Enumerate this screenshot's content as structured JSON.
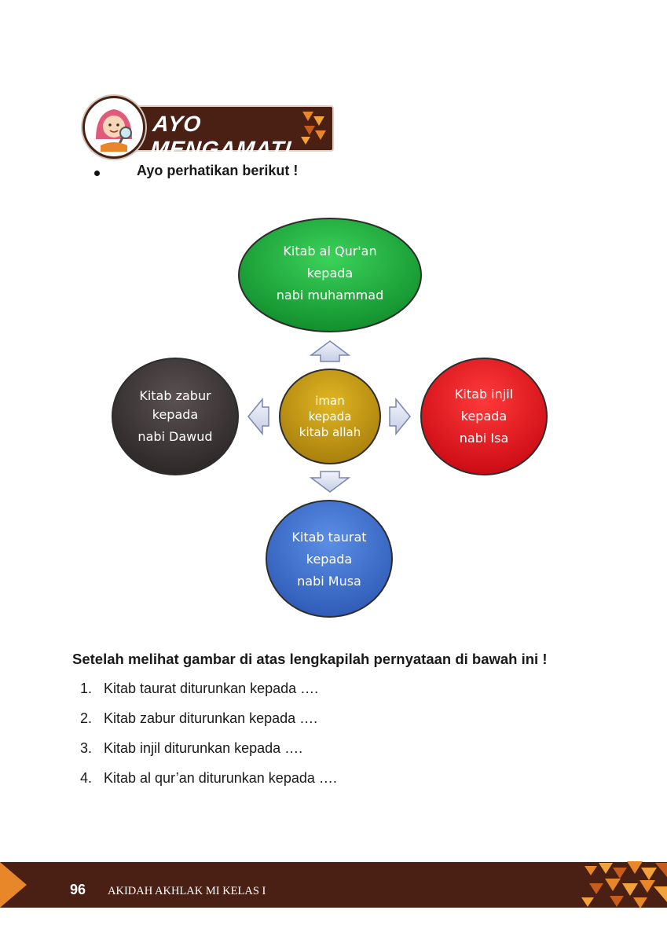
{
  "header": {
    "title": "AYO MENGAMATI"
  },
  "intro": {
    "text": "Ayo perhatikan  berikut !"
  },
  "diagram": {
    "center": {
      "lines": [
        "iman",
        "kepada",
        "kitab allah"
      ],
      "color": "#c49a12"
    },
    "top": {
      "lines": [
        "Kitab al Qur'an",
        "kepada",
        "nabi muhammad"
      ],
      "color": "#1aa63a"
    },
    "right": {
      "lines": [
        "Kitab injil",
        "kepada",
        "nabi Isa"
      ],
      "color": "#e8101a"
    },
    "bottom": {
      "lines": [
        "Kitab taurat",
        "kepada",
        "nabi Musa"
      ],
      "color": "#3b6fd1"
    },
    "left": {
      "lines": [
        "Kitab zabur",
        "kepada",
        "nabi Dawud"
      ],
      "color": "#3b3333"
    }
  },
  "instruction": "Setelah melihat gambar di atas lengkapilah pernyataan di bawah ini !",
  "questions": [
    {
      "num": "1.",
      "text": "Kitab taurat diturunkan kepada …."
    },
    {
      "num": "2.",
      "text": "Kitab zabur diturunkan kepada …."
    },
    {
      "num": "3.",
      "text": "Kitab injil diturunkan kepada …."
    },
    {
      "num": "4.",
      "text": "Kitab al qur’an diturunkan kepada …."
    }
  ],
  "footer": {
    "page": "96",
    "book_title": "AKIDAH AKHLAK MI KELAS I",
    "color": "#4a1f14",
    "accent": "#e8862a"
  }
}
